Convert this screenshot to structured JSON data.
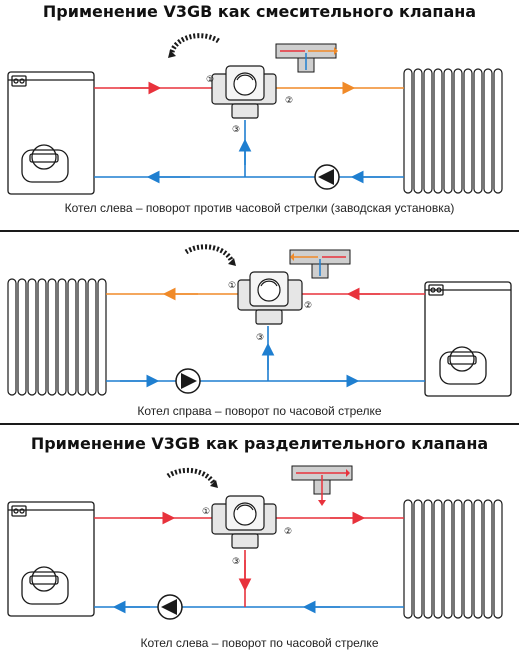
{
  "headings": {
    "mixing": "Применение V3GB как смесительного клапана",
    "diverting": "Применение V3GB как разделительного клапана"
  },
  "captions": {
    "d1": "Котел слева – поворот против часовой стрелки (заводская установка)",
    "d2": "Котел справа – поворот по часовой стрелке",
    "d3": "Котел слева – поворот по часовой стрелке"
  },
  "port_labels": [
    "①",
    "②",
    "③"
  ],
  "colors": {
    "hot": "#e8323c",
    "mixed": "#f08a28",
    "cold": "#1f7fd0",
    "outline": "#1a1a1a"
  }
}
